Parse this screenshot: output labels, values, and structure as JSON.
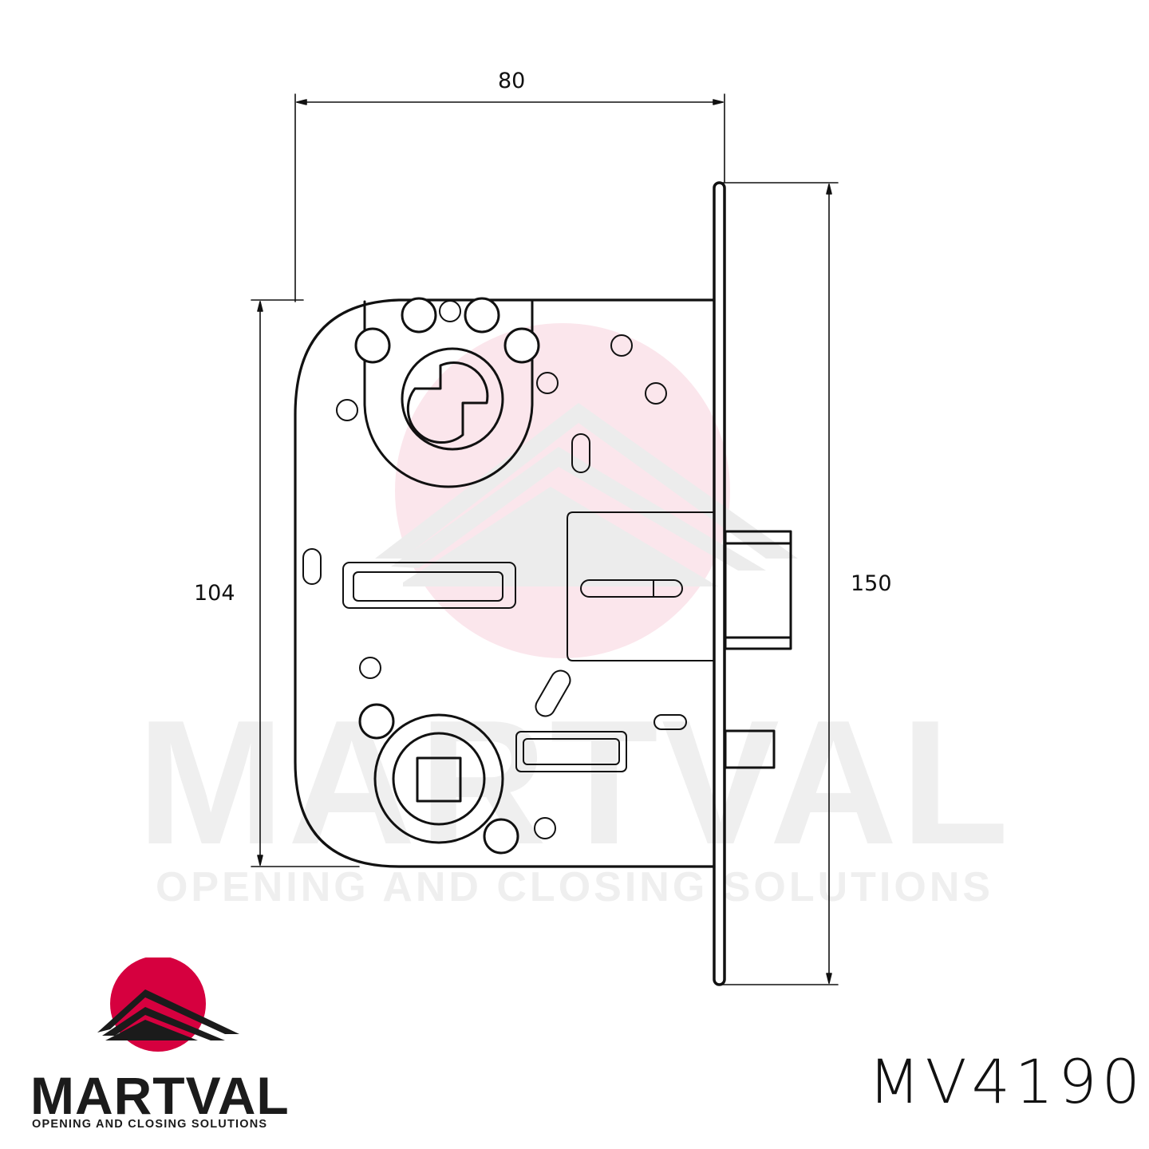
{
  "drawing": {
    "type": "technical-drawing",
    "subject": "mortise lock body",
    "model_number": "MV4190",
    "dimensions": {
      "width": {
        "label": "80",
        "orientation": "horizontal"
      },
      "body_height": {
        "label": "104",
        "orientation": "vertical"
      },
      "faceplate_height": {
        "label": "150",
        "orientation": "vertical"
      }
    },
    "stroke_color": "#111111"
  },
  "watermark": {
    "word": "MARTVAL",
    "tagline": "OPENING AND CLOSING SOLUTIONS",
    "color": "#efefef",
    "circle_color": "#fbe6ec"
  },
  "brand": {
    "name": "MARTVAL",
    "tagline": "OPENING AND CLOSING SOLUTIONS",
    "accent_color": "#d6003f",
    "text_color": "#1b1b1b"
  }
}
